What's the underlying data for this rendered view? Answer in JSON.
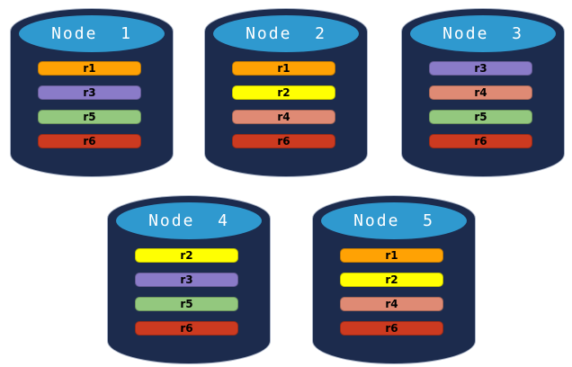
{
  "colors": {
    "background": "#FFFFFF",
    "cylinder_body": "#1C2B4D",
    "cylinder_top": "#2F99CF",
    "cylinder_edge": "#A9B3C6",
    "node_label": "#FFFFFF",
    "replica_label": "#000000"
  },
  "replica_colors": {
    "r1": "#FFA204",
    "r2": "#FFFF02",
    "r3": "#8A7BC8",
    "r4": "#DF8A74",
    "r5": "#93C87E",
    "r6": "#CC3A20"
  },
  "nodes": [
    {
      "label": "Node  1",
      "replicas": [
        "r1",
        "r3",
        "r5",
        "r6"
      ]
    },
    {
      "label": "Node  2",
      "replicas": [
        "r1",
        "r2",
        "r4",
        "r6"
      ]
    },
    {
      "label": "Node  3",
      "replicas": [
        "r3",
        "r4",
        "r5",
        "r6"
      ]
    },
    {
      "label": "Node  4",
      "replicas": [
        "r2",
        "r3",
        "r5",
        "r6"
      ]
    },
    {
      "label": "Node  5",
      "replicas": [
        "r1",
        "r2",
        "r4",
        "r6"
      ]
    }
  ]
}
